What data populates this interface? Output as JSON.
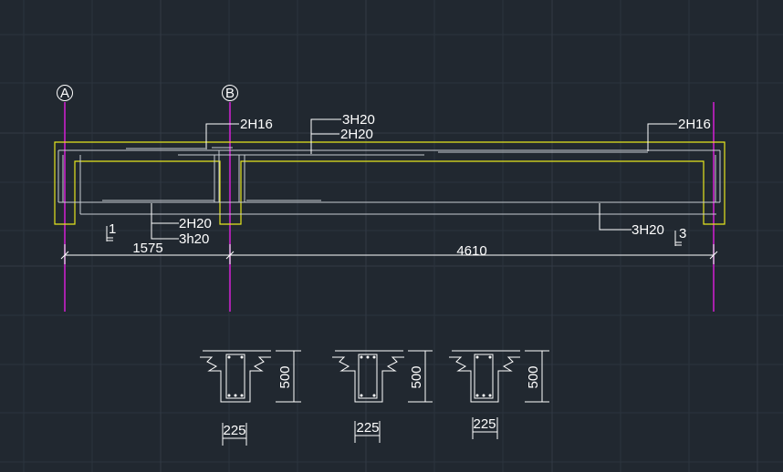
{
  "axes": {
    "a": "A",
    "b": "B"
  },
  "labels": {
    "top_left": "2H16",
    "top_mid_1": "3H20",
    "top_mid_2": "2H20",
    "top_right": "2H16",
    "bot_left_1": "2H20",
    "bot_left_2": "3h20",
    "bot_right": "3H20",
    "sec_1": "1",
    "sec_3": "3"
  },
  "dimensions": {
    "span_1": "1575",
    "span_2": "4610"
  },
  "sections": [
    {
      "height": "500",
      "width": "225"
    },
    {
      "height": "500",
      "width": "225"
    },
    {
      "height": "500",
      "width": "225"
    }
  ],
  "colors": {
    "background": "#212830",
    "beam_outline": "#e6e61e",
    "axis_line": "#d41fd4",
    "rebar": "#c8ccd2",
    "annotation": "#ffffff"
  }
}
